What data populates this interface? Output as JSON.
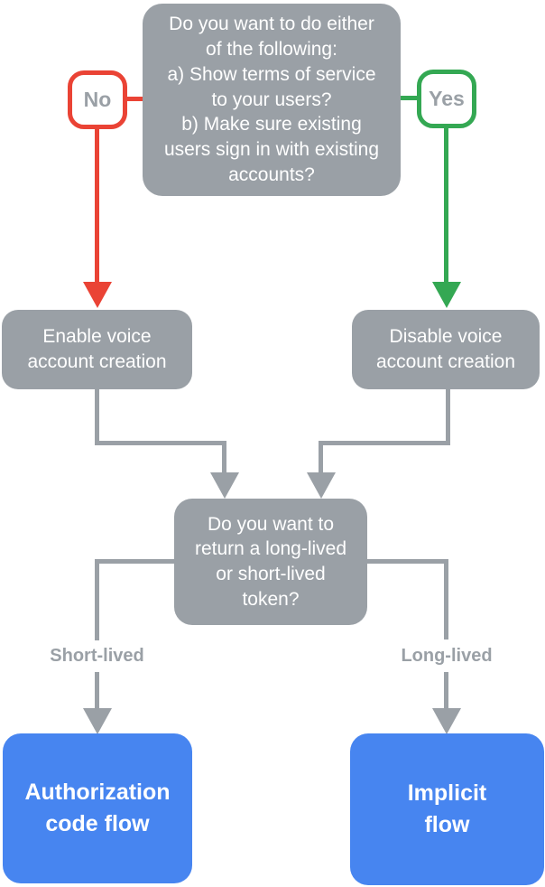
{
  "colors": {
    "gray": "#9AA0A6",
    "red": "#EA4335",
    "green": "#34A853",
    "blue": "#4785F0",
    "box_text": "#FFFFFF",
    "label_text": "#9AA0A6"
  },
  "flowchart": {
    "decision_top": {
      "text": "Do you want to do either\nof the following:\na) Show terms of service\nto your users?\nb) Make sure existing\nusers sign in with existing\naccounts?"
    },
    "no_badge": {
      "label": "No"
    },
    "yes_badge": {
      "label": "Yes"
    },
    "enable_box": {
      "text": "Enable voice\naccount creation"
    },
    "disable_box": {
      "text": "Disable voice\naccount creation"
    },
    "decision_token": {
      "text": "Do you want to\nreturn a long-lived\nor short-lived\ntoken?"
    },
    "short_lived_label": {
      "text": "Short-lived"
    },
    "long_lived_label": {
      "text": "Long-lived"
    },
    "auth_code_box": {
      "text": "Authorization\ncode flow"
    },
    "implicit_box": {
      "text": "Implicit\nflow"
    }
  }
}
